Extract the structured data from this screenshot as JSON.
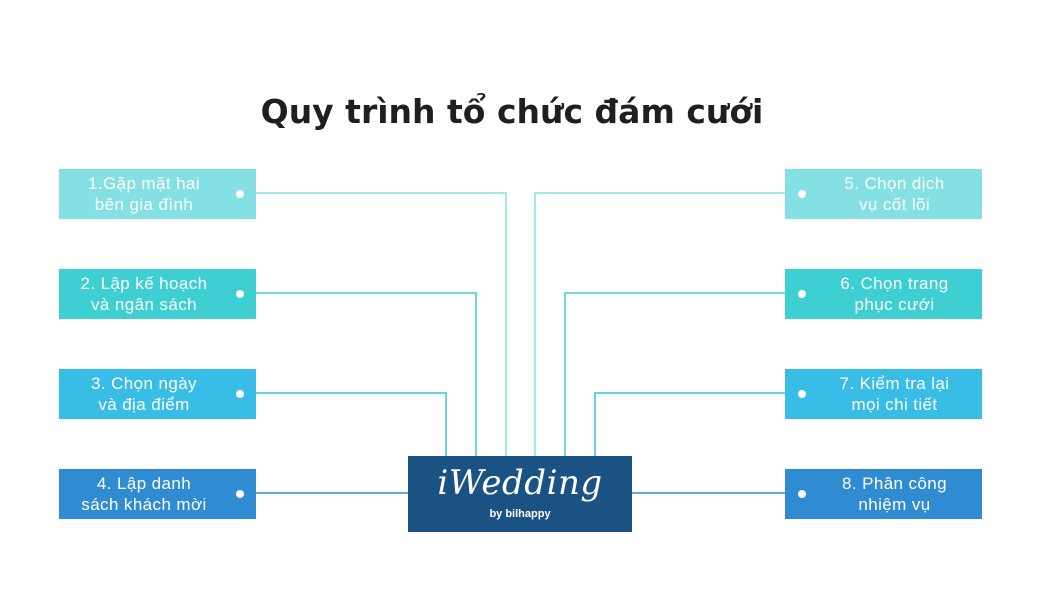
{
  "title": "Quy trình tổ chức đám cưới",
  "logo": {
    "brand": "iWedding",
    "byline": "by bilhappy"
  },
  "steps": [
    {
      "label": "1.Gặp mặt hai\nbên gia đình",
      "color": "#85e0e3"
    },
    {
      "label": "2. Lập kế hoạch\nvà ngân sách",
      "color": "#3dcfd2"
    },
    {
      "label": "3. Chọn ngày\nvà địa điểm",
      "color": "#38bde6"
    },
    {
      "label": "4. Lập danh\nsách khách mời",
      "color": "#2f8bd2"
    },
    {
      "label": "5. Chọn dịch\nvụ cốt lõi",
      "color": "#85e0e3"
    },
    {
      "label": "6. Chọn trang\nphục cưới",
      "color": "#3dcfd2"
    },
    {
      "label": "7. Kiểm tra lại\nmọi chi tiết",
      "color": "#38bde6"
    },
    {
      "label": "8. Phân công\nnhiệm vụ",
      "color": "#2f8bd2"
    }
  ]
}
